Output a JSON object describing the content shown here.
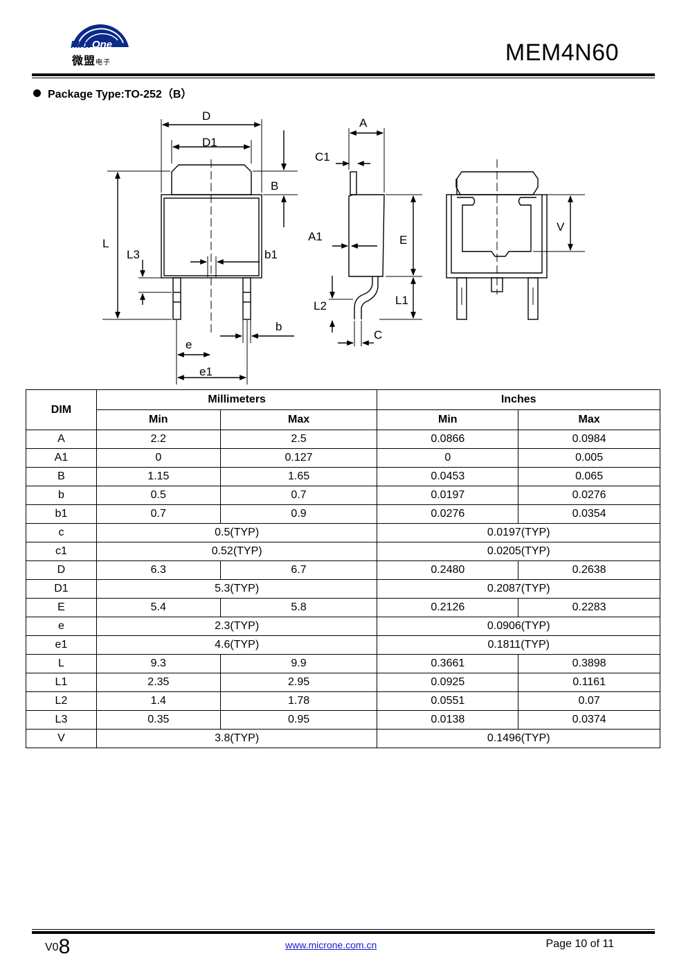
{
  "header": {
    "logo_text_en_1": "Micr",
    "logo_text_en_2": "One",
    "logo_text_cn": "微盟",
    "logo_text_cn_small": "电子",
    "title": "MEM4N60"
  },
  "section": {
    "label": "Package Type:TO-252（B）"
  },
  "diagram_labels": {
    "D": "D",
    "D1": "D1",
    "B": "B",
    "L": "L",
    "L3": "L3",
    "b1": "b1",
    "b": "b",
    "e": "e",
    "e1": "e1",
    "A": "A",
    "C1": "C1",
    "A1": "A1",
    "E": "E",
    "L1": "L1",
    "L2": "L2",
    "C": "C",
    "V": "V"
  },
  "table": {
    "dim_header": "DIM",
    "mm_header": "Millimeters",
    "in_header": "Inches",
    "min_label": "Min",
    "max_label": "Max",
    "rows": [
      {
        "dim": "A",
        "mm_min": "2.2",
        "mm_max": "2.5",
        "in_min": "0.0866",
        "in_max": "0.0984"
      },
      {
        "dim": "A1",
        "mm_min": "0",
        "mm_max": "0.127",
        "in_min": "0",
        "in_max": "0.005"
      },
      {
        "dim": "B",
        "mm_min": "1.15",
        "mm_max": "1.65",
        "in_min": "0.0453",
        "in_max": "0.065"
      },
      {
        "dim": "b",
        "mm_min": "0.5",
        "mm_max": "0.7",
        "in_min": "0.0197",
        "in_max": "0.0276"
      },
      {
        "dim": "b1",
        "mm_min": "0.7",
        "mm_max": "0.9",
        "in_min": "0.0276",
        "in_max": "0.0354"
      },
      {
        "dim": "c",
        "mm_typ": "0.5(TYP)",
        "in_typ": "0.0197(TYP)"
      },
      {
        "dim": "c1",
        "mm_typ": "0.52(TYP)",
        "in_typ": "0.0205(TYP)"
      },
      {
        "dim": "D",
        "mm_min": "6.3",
        "mm_max": "6.7",
        "in_min": "0.2480",
        "in_max": "0.2638"
      },
      {
        "dim": "D1",
        "mm_typ": "5.3(TYP)",
        "in_typ": "0.2087(TYP)"
      },
      {
        "dim": "E",
        "mm_min": "5.4",
        "mm_max": "5.8",
        "in_min": "0.2126",
        "in_max": "0.2283"
      },
      {
        "dim": "e",
        "mm_typ": "2.3(TYP)",
        "in_typ": "0.0906(TYP)"
      },
      {
        "dim": "e1",
        "mm_typ": "4.6(TYP)",
        "in_typ": "0.1811(TYP)"
      },
      {
        "dim": "L",
        "mm_min": "9.3",
        "mm_max": "9.9",
        "in_min": "0.3661",
        "in_max": "0.3898"
      },
      {
        "dim": "L1",
        "mm_min": "2.35",
        "mm_max": "2.95",
        "in_min": "0.0925",
        "in_max": "0.1161"
      },
      {
        "dim": "L2",
        "mm_min": "1.4",
        "mm_max": "1.78",
        "in_min": "0.0551",
        "in_max": "0.07"
      },
      {
        "dim": "L3",
        "mm_min": "0.35",
        "mm_max": "0.95",
        "in_min": "0.0138",
        "in_max": "0.0374"
      },
      {
        "dim": "V",
        "mm_typ": "3.8(TYP)",
        "in_typ": "0.1496(TYP)"
      }
    ]
  },
  "footer": {
    "version_prefix": "V0",
    "version_digit": "8",
    "url": "www.microne.com.cn",
    "page": "Page 10 of 11"
  },
  "colors": {
    "logo_blue": "#0a2a8a",
    "link_blue": "#1a1ad0"
  }
}
